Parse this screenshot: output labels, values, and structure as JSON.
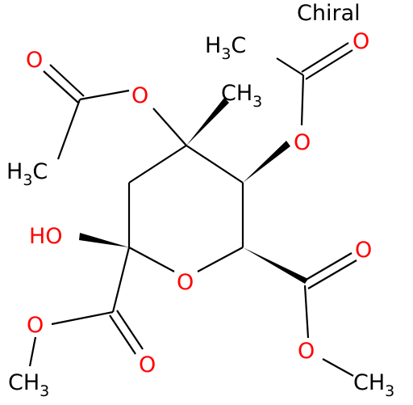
{
  "chirality_label": "Chiral",
  "atoms": {
    "o_acetyl_left_carbonyl": "O",
    "o_acetyl_left_ester": "O",
    "ch3_acetyl_left": {
      "main": "H",
      "sub": "3",
      "tail": "C"
    },
    "ch3_acetyl_right": {
      "main": "H",
      "sub": "3",
      "tail": "C"
    },
    "o_acetyl_right_carbonyl": "O",
    "o_acetyl_right_ester": "O",
    "ch3_ring_methyl": {
      "head": "CH",
      "sub": "3"
    },
    "hydroxyl": "HO",
    "o_ring": "O",
    "o_ester_left_single": "O",
    "o_ester_left_double": "O",
    "ch3_ester_left": {
      "head": "CH",
      "sub": "3"
    },
    "o_ester_right_double": "O",
    "o_ester_right_single": "O",
    "ch3_ester_right": {
      "head": "CH",
      "sub": "3"
    }
  },
  "colors": {
    "oxygen": "#ff0000",
    "carbon": "#000000",
    "background": "#ffffff"
  }
}
